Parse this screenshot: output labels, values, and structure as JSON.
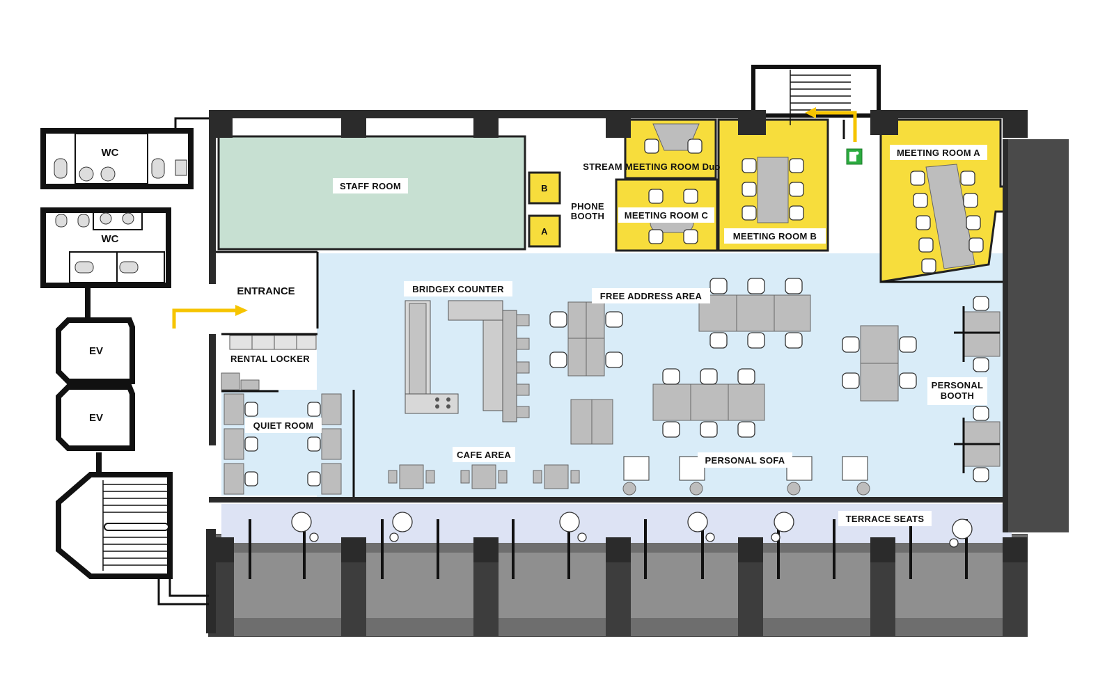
{
  "labels": {
    "staff_room": "STAFF ROOM",
    "entrance": "ENTRANCE",
    "rental_locker": "RENTAL LOCKER",
    "quiet_room": "QUIET ROOM",
    "bridgex_counter": "BRIDGEX COUNTER",
    "cafe_area": "CAFE AREA",
    "free_address_area": "FREE ADDRESS AREA",
    "personal_sofa": "PERSONAL SOFA",
    "terrace_seats": "TERRACE SEATS",
    "personal_booth_line1": "PERSONAL",
    "personal_booth_line2": "BOOTH",
    "stream_meeting_room": "STREAM MEETING ROOM Duo",
    "meeting_room_a": "MEETING ROOM A",
    "meeting_room_b": "MEETING ROOM B",
    "meeting_room_c": "MEETING ROOM C",
    "phone_booth_line1": "PHONE",
    "phone_booth_line2": "BOOTH",
    "phone_booth_a": "A",
    "phone_booth_b": "B",
    "wc_upper": "WC",
    "wc_lower": "WC",
    "ev_upper": "EV",
    "ev_lower": "EV"
  },
  "colors": {
    "wall": "#2b2b2b",
    "open_area": "#d9ecf8",
    "staff_room": "#c7e0d2",
    "meeting_room": "#f7dd3c",
    "terrace": "#dde3f4",
    "facade": "#8f8f8f",
    "arrow": "#f6c400",
    "exit_sign": "#2bab3f",
    "furniture": "#bdbdbd"
  },
  "icons": {
    "entrance_arrow": "entrance-arrow-icon",
    "stair_arrow": "stair-arrow-icon",
    "exit": "emergency-exit-icon"
  }
}
